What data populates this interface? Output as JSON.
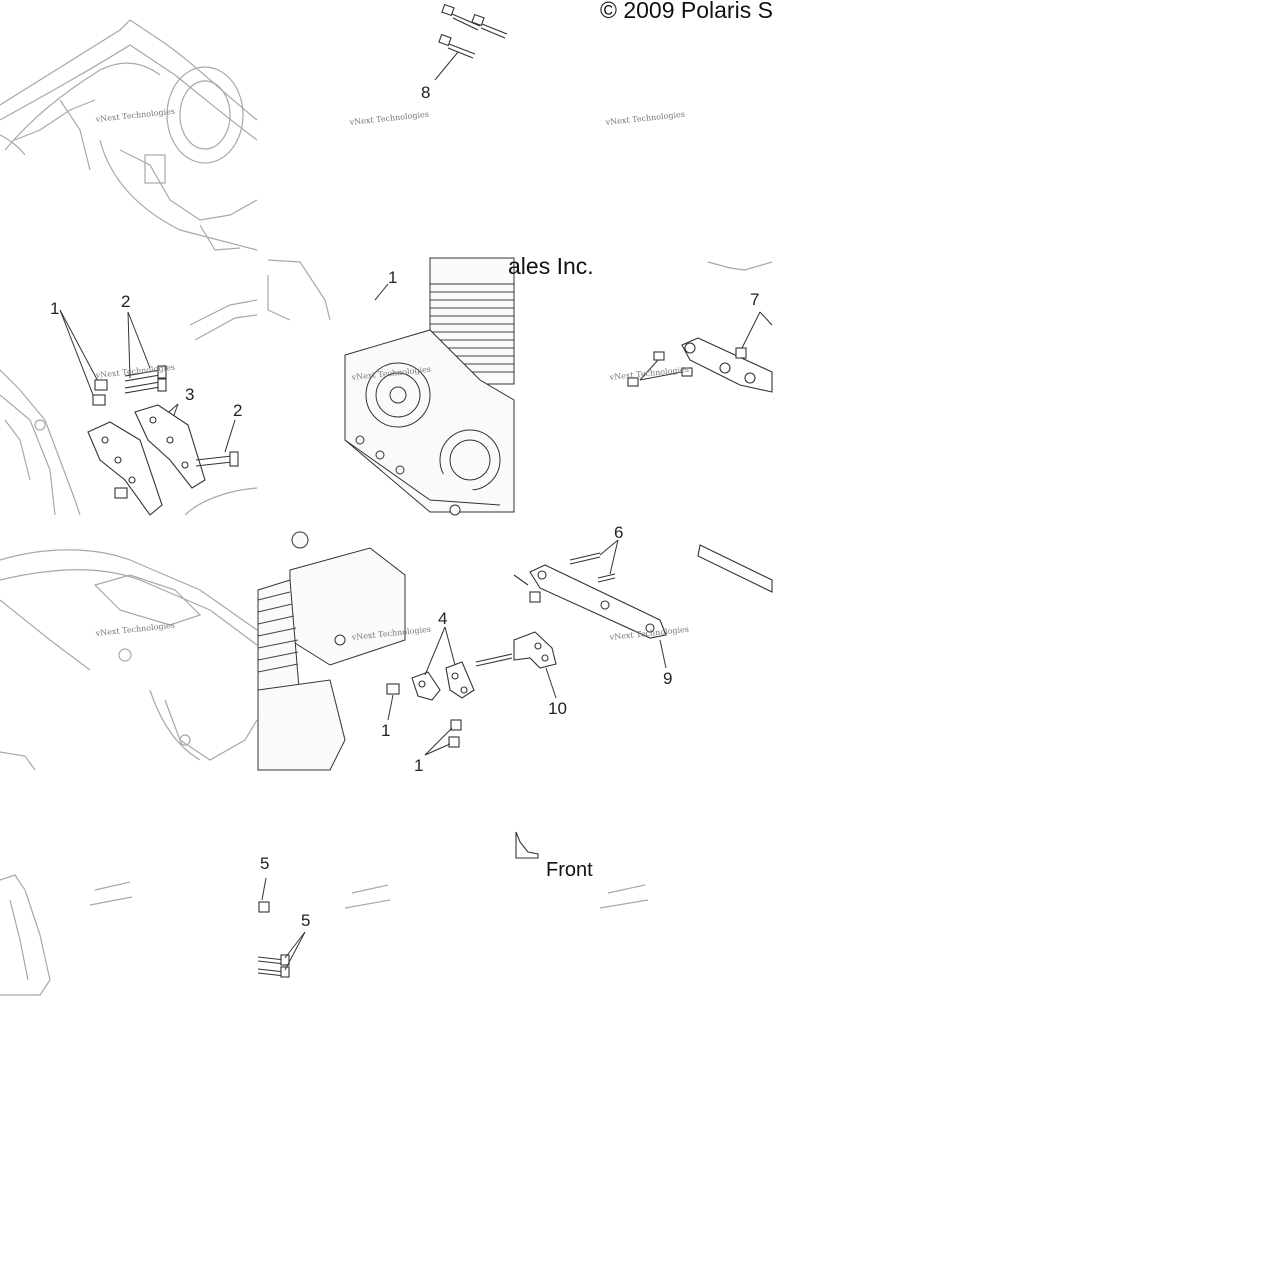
{
  "copyright": {
    "top": "© 2009 Polaris S",
    "middle": "ales Inc."
  },
  "watermark": "vNext Technologies",
  "front_label": "Front",
  "callouts": [
    {
      "id": "c8",
      "text": "8"
    },
    {
      "id": "c1a",
      "text": "1"
    },
    {
      "id": "c2a",
      "text": "2"
    },
    {
      "id": "c3",
      "text": "3"
    },
    {
      "id": "c2b",
      "text": "2"
    },
    {
      "id": "c1top",
      "text": "1"
    },
    {
      "id": "c7",
      "text": "7"
    },
    {
      "id": "c6",
      "text": "6"
    },
    {
      "id": "c4",
      "text": "4"
    },
    {
      "id": "c9",
      "text": "9"
    },
    {
      "id": "c10",
      "text": "10"
    },
    {
      "id": "c1b",
      "text": "1"
    },
    {
      "id": "c1c",
      "text": "1"
    },
    {
      "id": "c5a",
      "text": "5"
    },
    {
      "id": "c5b",
      "text": "5"
    }
  ],
  "colors": {
    "frame_stroke": "#a8a8a8",
    "part_stroke": "#333333",
    "background": "#ffffff"
  }
}
